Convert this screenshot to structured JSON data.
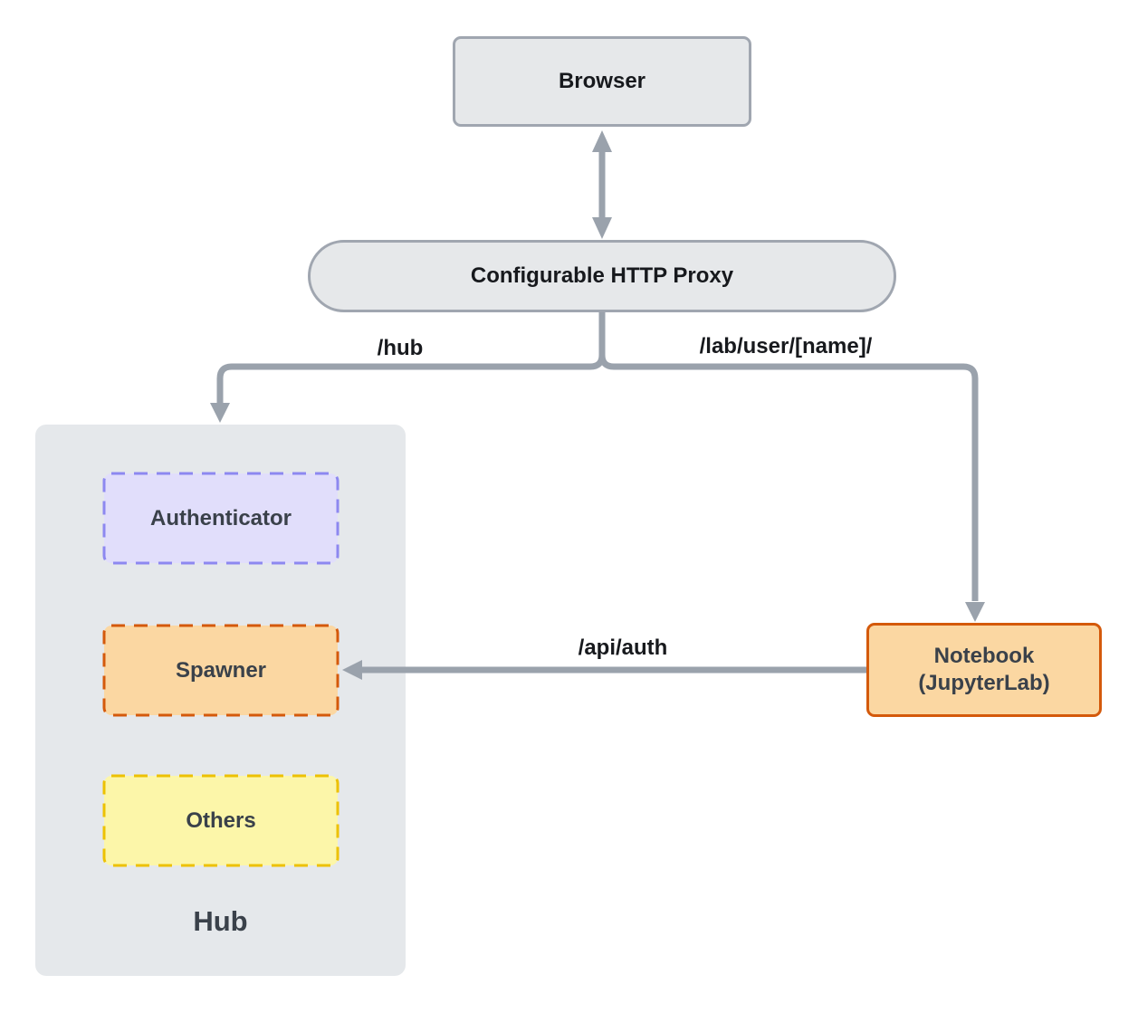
{
  "diagram": {
    "nodes": {
      "browser": {
        "label": "Browser"
      },
      "proxy": {
        "label": "Configurable HTTP Proxy"
      },
      "hub": {
        "label": "Hub"
      },
      "authenticator": {
        "label": "Authenticator"
      },
      "spawner": {
        "label": "Spawner"
      },
      "others": {
        "label": "Others"
      },
      "notebook": {
        "label_line1": "Notebook",
        "label_line2": "(JupyterLab)"
      }
    },
    "edges": {
      "hub_path": {
        "label": "/hub"
      },
      "lab_path": {
        "label": "/lab/user/[name]/"
      },
      "api_auth": {
        "label": "/api/auth"
      }
    }
  },
  "colors": {
    "canvas_bg": "#FFFFFF",
    "arrow": "#9AA2AC",
    "grey_fill": "#E6E8EA",
    "grey_border": "#A0A6B0",
    "hub_fill": "#E5E8EB",
    "auth_fill": "#E1DEFB",
    "auth_border": "#8D88F0",
    "orange_fill": "#FBD7A2",
    "orange_border": "#D4590B",
    "yellow_fill": "#FCF6A9",
    "yellow_border": "#EDC102",
    "text_dark": "#17191D",
    "text_slate": "#3A414A"
  }
}
